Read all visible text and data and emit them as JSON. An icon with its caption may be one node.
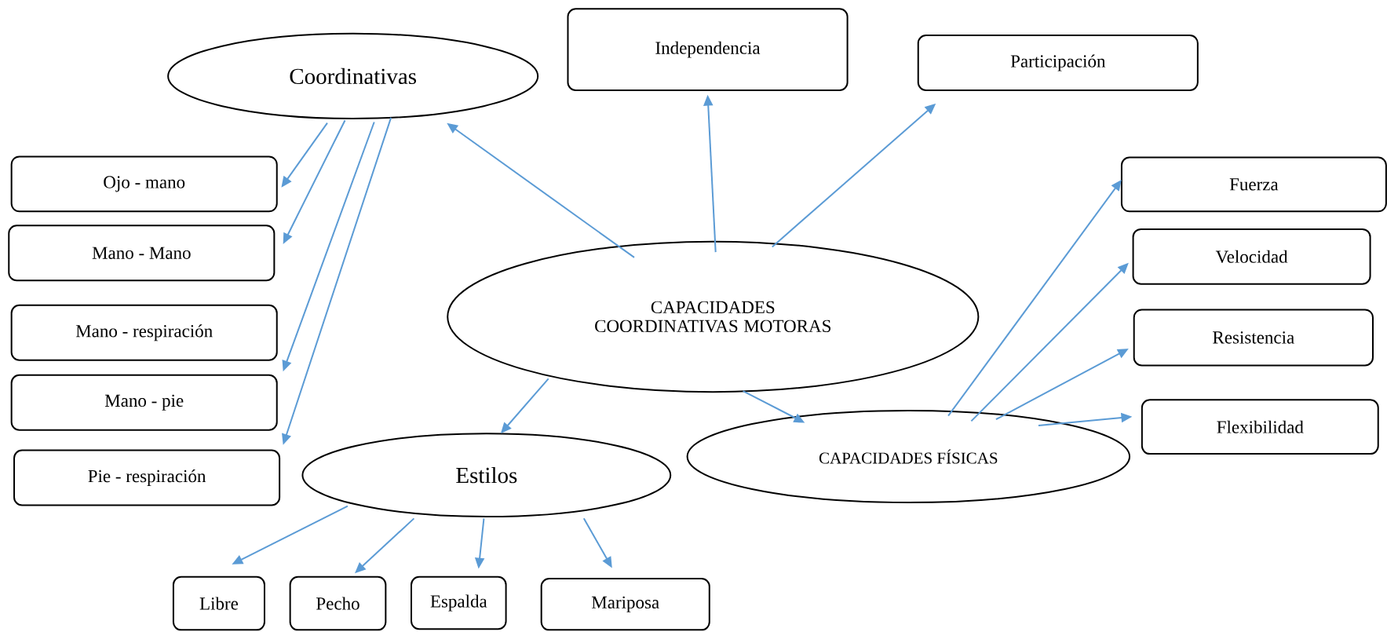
{
  "diagram": {
    "nodes": [
      {
        "text": [
          "Coordinativas"
        ]
      },
      {
        "text": [
          "Independencia"
        ]
      },
      {
        "text": [
          "Participación"
        ]
      },
      {
        "text": [
          "CAPACIDADES COORDINATIVAS MOTORAS"
        ]
      },
      {
        "text": [
          "Ojo - mano"
        ]
      },
      {
        "text": [
          "Mano - Mano"
        ]
      },
      {
        "text": [
          "Mano - respiración"
        ]
      },
      {
        "text": [
          "Mano - pie"
        ]
      },
      {
        "text": [
          "Pie - respiración"
        ]
      },
      {
        "text": [
          "Fuerza"
        ]
      },
      {
        "text": [
          "Velocidad"
        ]
      },
      {
        "text": [
          "Resistencia"
        ]
      },
      {
        "text": [
          "Flexibilidad"
        ]
      },
      {
        "text": [
          "Estilos"
        ]
      },
      {
        "text": [
          "CAPACIDADES FÍSICAS"
        ]
      },
      {
        "text": [
          "Libre"
        ]
      },
      {
        "text": [
          "Pecho"
        ]
      },
      {
        "text": [
          "Espalda"
        ]
      },
      {
        "text": [
          "Mariposa"
        ]
      }
    ],
    "edges": [
      {
        "from": 3,
        "to": 0,
        "arrow": "to"
      },
      {
        "from": 3,
        "to": 1,
        "arrow": "to"
      },
      {
        "from": 3,
        "to": 2,
        "arrow": "to"
      },
      {
        "from": 3,
        "to": 13,
        "arrow": "to"
      },
      {
        "from": 3,
        "to": 14,
        "arrow": "to"
      },
      {
        "from": 0,
        "to": 4,
        "arrow": "to"
      },
      {
        "from": 0,
        "to": 5,
        "arrow": "to"
      },
      {
        "from": 0,
        "to": 7,
        "arrow": "to"
      },
      {
        "from": 0,
        "to": 8,
        "arrow": "to"
      },
      {
        "from": 14,
        "to": 9,
        "arrow": "to"
      },
      {
        "from": 14,
        "to": 10,
        "arrow": "to"
      },
      {
        "from": 14,
        "to": 11,
        "arrow": "to"
      },
      {
        "from": 14,
        "to": 12,
        "arrow": "to"
      },
      {
        "from": 13,
        "to": 15,
        "arrow": "to"
      },
      {
        "from": 13,
        "to": 16,
        "arrow": "to"
      },
      {
        "from": 13,
        "to": 17,
        "arrow": "to"
      },
      {
        "from": 13,
        "to": 18,
        "arrow": "to"
      }
    ]
  }
}
